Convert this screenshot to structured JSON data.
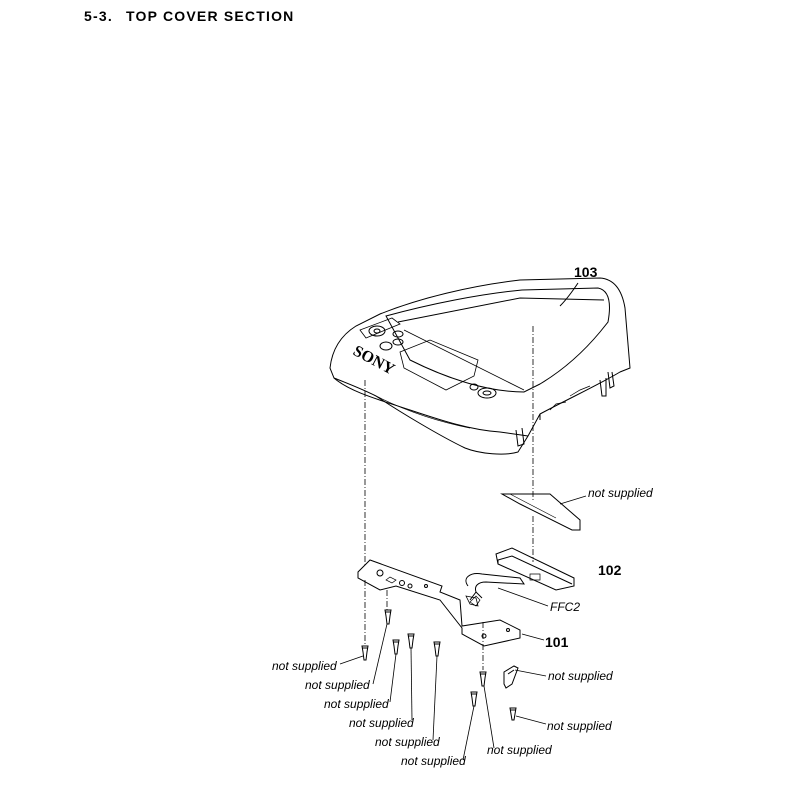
{
  "heading": {
    "number": "5-3.",
    "title": "TOP COVER SECTION"
  },
  "parts": [
    {
      "ref": "101"
    },
    {
      "ref": "102"
    },
    {
      "ref": "103"
    }
  ],
  "connector_label": "FFC2",
  "logo_text": "SONY",
  "callouts": [
    "not supplied",
    "not supplied",
    "not supplied",
    "not supplied",
    "not supplied",
    "not supplied",
    "not supplied",
    "not supplied",
    "not supplied",
    "not supplied"
  ]
}
